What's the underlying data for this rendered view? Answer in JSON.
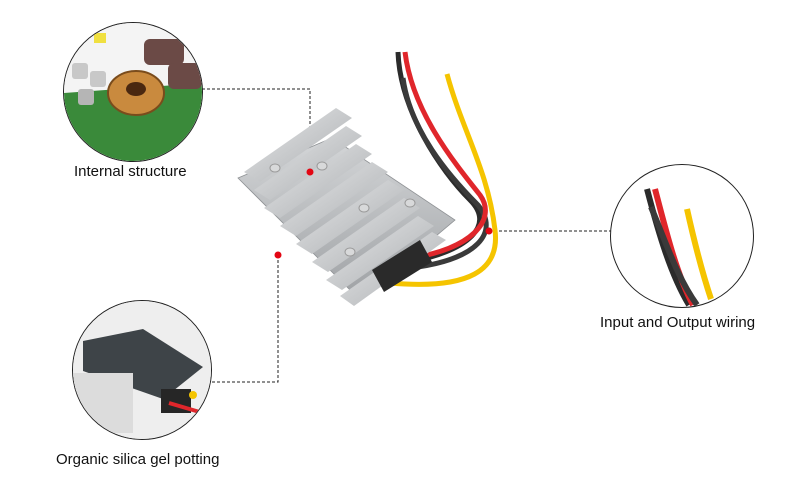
{
  "callouts": [
    {
      "id": "internal",
      "label": "Internal structure"
    },
    {
      "id": "wiring",
      "label": "Input and Output wiring"
    },
    {
      "id": "potting",
      "label": "Organic silica gel potting"
    }
  ],
  "colors": {
    "accent_dot": "#e30613",
    "leader_line": "#222222",
    "wire_red": "#e0262b",
    "wire_black": "#2b2b2b",
    "wire_yellow": "#f5c400",
    "heatsink": "#c9cbcd",
    "pcb_green": "#3a8a3a"
  }
}
